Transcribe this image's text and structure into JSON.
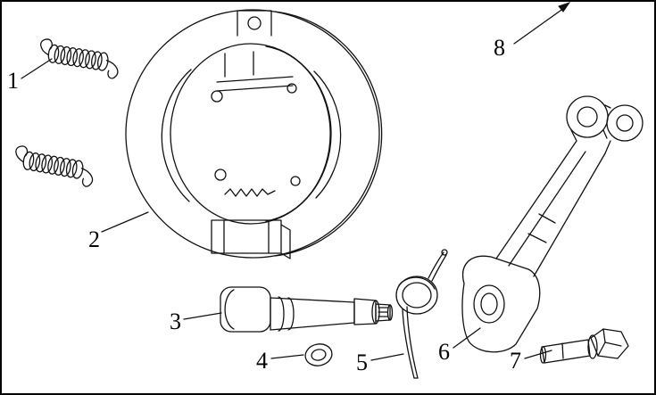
{
  "colors": {
    "background": "#ffffff",
    "line": "#000000"
  },
  "parts": [
    {
      "number": "1"
    },
    {
      "number": "2"
    },
    {
      "number": "3"
    },
    {
      "number": "4"
    },
    {
      "number": "5"
    },
    {
      "number": "6"
    },
    {
      "number": "7"
    },
    {
      "number": "8"
    }
  ]
}
